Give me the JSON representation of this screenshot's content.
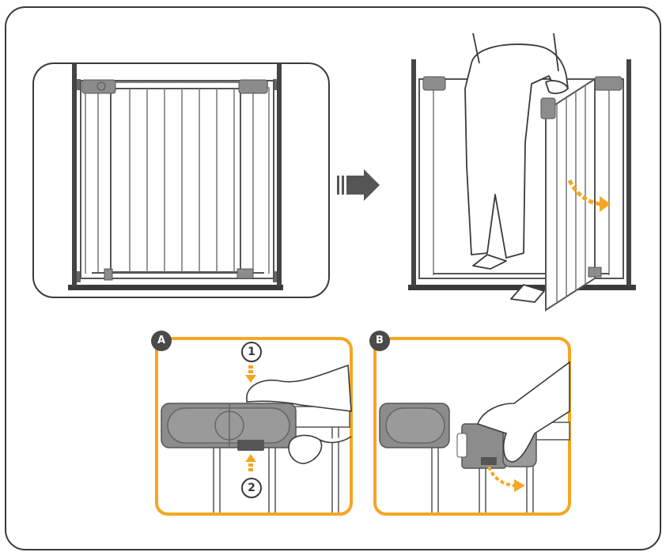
{
  "steps": {
    "a": {
      "badge": "A",
      "first": "1",
      "second": "2"
    },
    "b": {
      "badge": "B"
    }
  },
  "colors": {
    "accent_orange": "#F5A623",
    "frame_dark": "#3a3a3a",
    "latch_grey": "#8c8c8c",
    "arrow_grey": "#555555"
  },
  "icons": {
    "transition": "right-arrow-icon",
    "press_down": "down-arrow-icon",
    "press_up": "up-arrow-icon",
    "swing": "curved-arrow-icon"
  }
}
